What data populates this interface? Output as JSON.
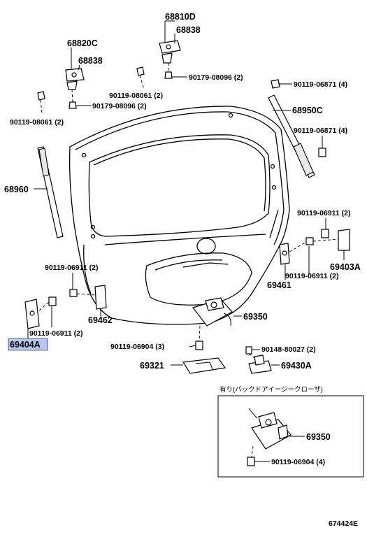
{
  "parts": {
    "p68810D": "68810D",
    "p68838_r": "68838",
    "p68820C": "68820C",
    "p68838_l": "68838",
    "p90179_r": "90179-08096 (2)",
    "p90119_08061_m": "90119-08061 (2)",
    "p90179_l": "90179-08096 (2)",
    "p90119_08061_l": "90119-08061 (2)",
    "p90119_06871_a": "90119-06871 (4)",
    "p68950C": "68950C",
    "p90119_06871_b": "90119-06871 (4)",
    "p68960": "68960",
    "p90119_06911_r1": "90119-06911 (2)",
    "p69403A": "69403A",
    "p69461": "69461",
    "p90119_06911_r2": "90119-06911 (2)",
    "p90119_06911_l1": "90119-06911 (2)",
    "p69462": "69462",
    "p90119_06911_l2": "90119-06911 (2)",
    "p69404A": "69404A",
    "p69350": "69350",
    "p90119_06904": "90119-06904 (3)",
    "p90148": "90148-80027 (2)",
    "p69321": "69321",
    "p69430A": "69430A"
  },
  "inset": {
    "title": "有り(バックドアイージークローザ)",
    "p69350": "69350",
    "p90119_06904": "90119-06904 (4)"
  },
  "figure_id": "674424E",
  "highlight_color": "#b6c8ef"
}
